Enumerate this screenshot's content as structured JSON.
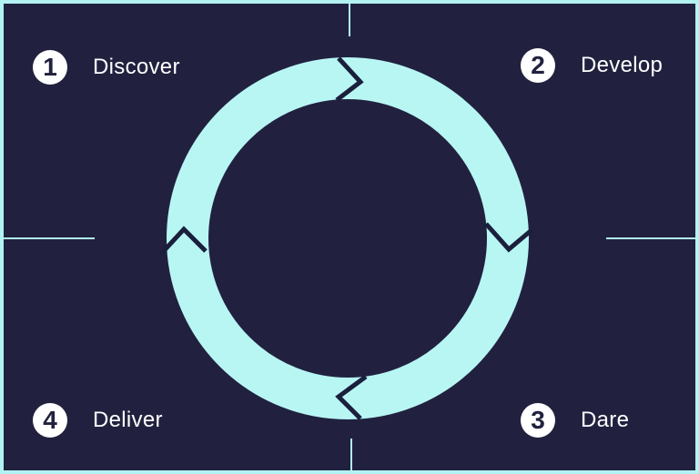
{
  "colors": {
    "background": "#21213f",
    "border": "#b3f2f3",
    "ring": "#b8f6f4",
    "badge": "#ffffff",
    "text": "#ffffff"
  },
  "steps": [
    {
      "number": "1",
      "label": "Discover"
    },
    {
      "number": "2",
      "label": "Develop"
    },
    {
      "number": "3",
      "label": "Dare"
    },
    {
      "number": "4",
      "label": "Deliver"
    }
  ]
}
